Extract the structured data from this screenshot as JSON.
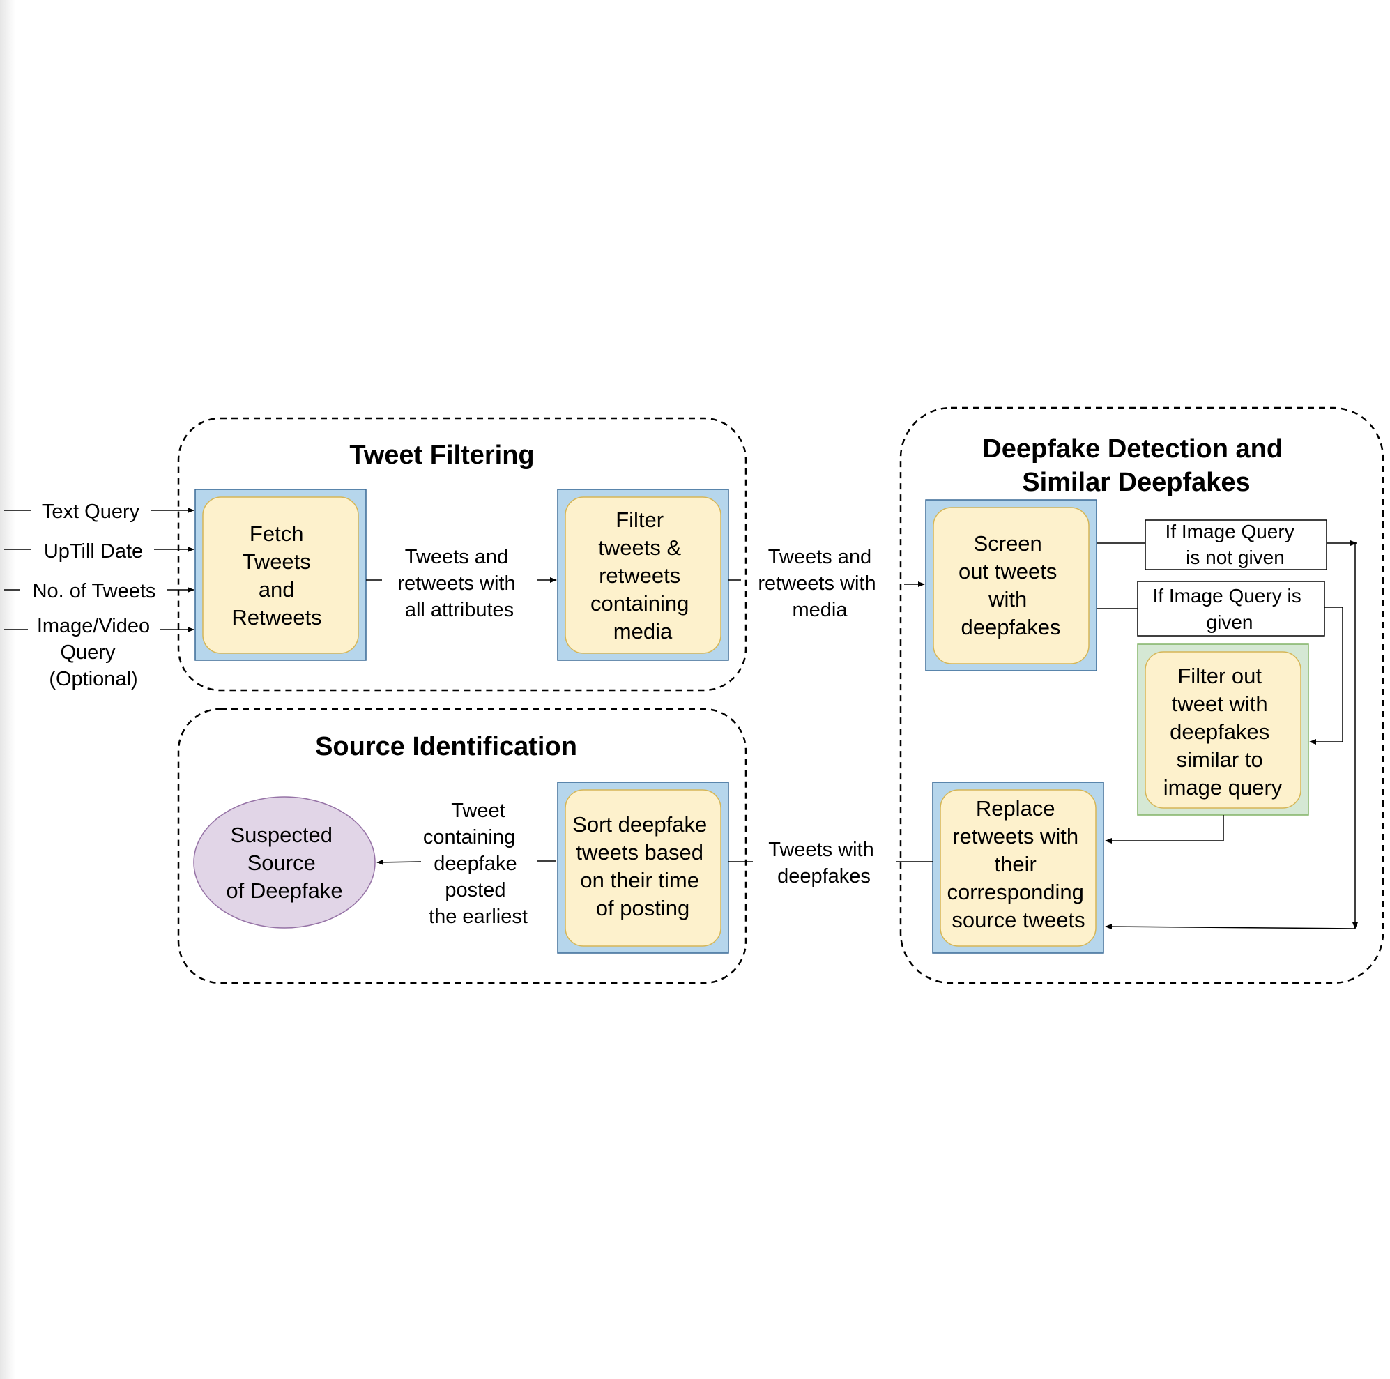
{
  "groups": {
    "tweet_filtering": "Tweet Filtering",
    "source_identification": "Source Identification",
    "deepfake_detection": [
      "Deepfake Detection and",
      "Similar Deepfakes"
    ]
  },
  "inputs": {
    "text_query": "Text Query",
    "uptill_date": "UpTill Date",
    "num_tweets": "No. of Tweets",
    "media_query": [
      "Image/Video",
      "Query",
      "(Optional)"
    ]
  },
  "nodes": {
    "fetch": [
      "Fetch",
      "Tweets",
      "and",
      "Retweets"
    ],
    "filter_media": [
      "Filter",
      "tweets &",
      "retweets",
      "containing",
      "media"
    ],
    "screen": [
      "Screen",
      "out tweets",
      "with",
      "deepfakes"
    ],
    "filter_similar": [
      "Filter out",
      "tweet with",
      "deepfakes",
      "similar to",
      "image query"
    ],
    "replace": [
      "Replace",
      "retweets with",
      "their",
      "corresponding",
      "source tweets"
    ],
    "sort": [
      "Sort deepfake",
      "tweets based",
      "on their time",
      "of posting"
    ],
    "source": [
      "Suspected",
      "Source",
      "of Deepfake"
    ]
  },
  "edges": {
    "all_attributes": [
      "Tweets and",
      "retweets with",
      "all attributes"
    ],
    "with_media": [
      "Tweets and",
      "retweets with",
      "media"
    ],
    "with_deepfakes": [
      "Tweets with",
      "deepfakes"
    ],
    "earliest": [
      "Tweet",
      "containing",
      "deepfake",
      "posted",
      "the earliest"
    ]
  },
  "conditions": {
    "not_given": [
      "If Image Query",
      "is not given"
    ],
    "given": [
      "If Image Query is",
      "given"
    ]
  },
  "colors": {
    "outer_box": "#b6d6ec",
    "inner_box": "#fdf1cc",
    "inner_stroke": "#d6b656",
    "green_box": "#d5e8d4",
    "ellipse": "#e1d5e7",
    "ellipse_stroke": "#9673a6"
  }
}
